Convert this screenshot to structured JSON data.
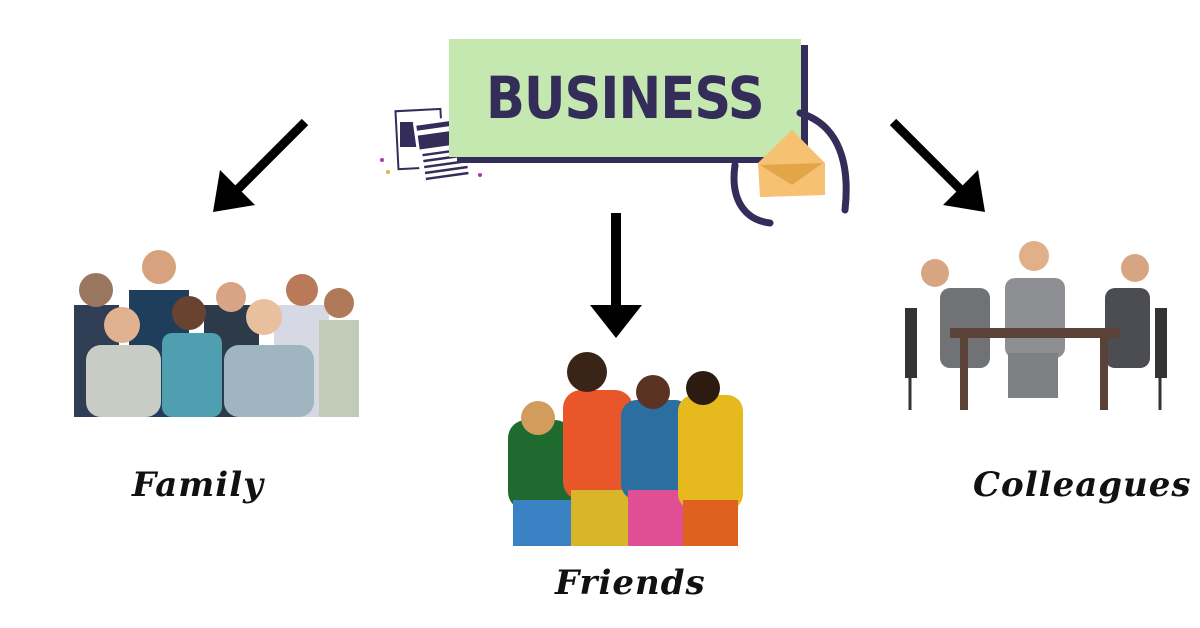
{
  "title": "BUSINESS",
  "branches": [
    {
      "label": "Family",
      "direction": "down-left"
    },
    {
      "label": "Friends",
      "direction": "down"
    },
    {
      "label": "Colleagues",
      "direction": "down-right"
    }
  ],
  "colors": {
    "box": "#c4e8b0",
    "text": "#342d5a",
    "envelope": "#f7c173",
    "arrow": "#000000"
  }
}
